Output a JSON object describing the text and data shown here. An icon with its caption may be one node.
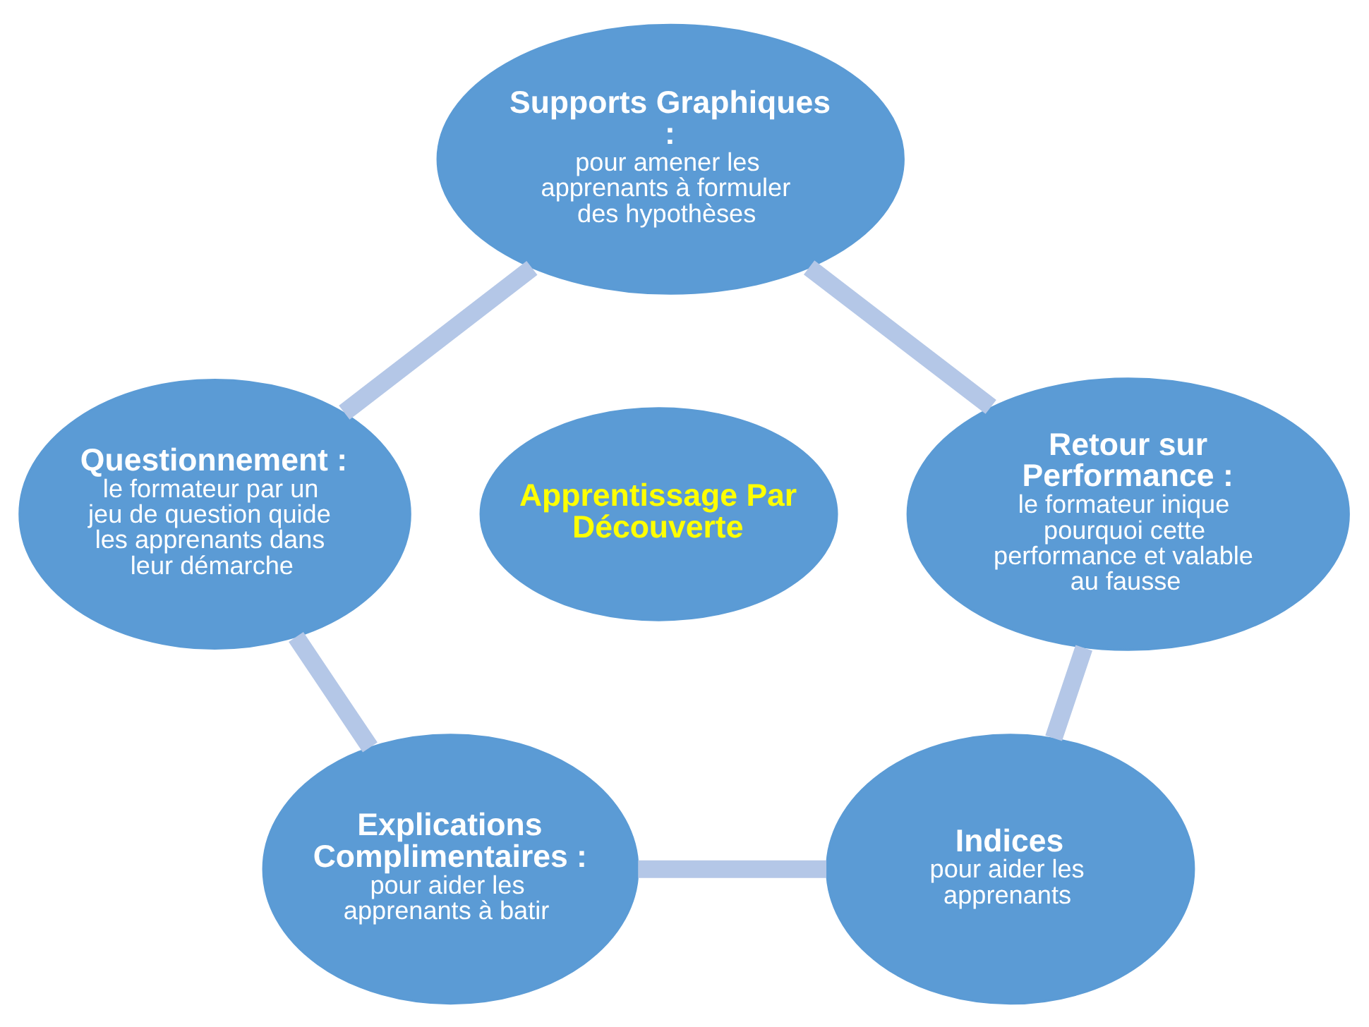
{
  "diagram": {
    "nodes": [
      {
        "text": [
          "Supports Graphiques :",
          "pour amener les apprenants à formuler des hypothèses"
        ]
      },
      {
        "text": [
          "Questionnement :",
          "le formateur par un jeu de question quide les apprenants dans leur démarche"
        ]
      },
      {
        "text": [
          "Retour sur Performance :",
          "le formateur inique pourquoi cette performance et valable au fausse"
        ]
      },
      {
        "text": [
          "Apprentissage Par Découverte"
        ]
      },
      {
        "text": [
          "Explications Complimentaires :",
          "pour aider les apprenants à batir"
        ]
      },
      {
        "text": [
          "Indices",
          "pour aider les apprenants"
        ]
      }
    ],
    "edges": [
      {
        "from": 0,
        "to": 2,
        "arrow": "none"
      },
      {
        "from": 2,
        "to": 5,
        "arrow": "none"
      },
      {
        "from": 4,
        "to": 5,
        "arrow": "none"
      },
      {
        "from": 1,
        "to": 4,
        "arrow": "none"
      },
      {
        "from": 0,
        "to": 1,
        "arrow": "none"
      }
    ]
  }
}
